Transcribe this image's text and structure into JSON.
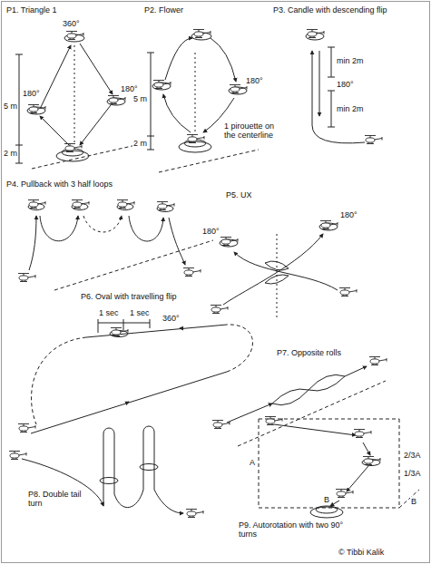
{
  "diagram": {
    "labels": [
      "P1. Triangle 1",
      "360°",
      "180°",
      "180°",
      "5 m",
      "2 m",
      "P2. Flower",
      "180°",
      "1 pirouette on the centerline",
      "5 m",
      "2 m",
      "P3. Candle with descending flip",
      "min 2m",
      "180°",
      "min 2m",
      "P4. Pullback with 3 half loops",
      "P5. UX",
      "180°",
      "180°",
      "P6. Oval with travelling flip",
      "1 sec",
      "1 sec",
      "360°",
      "P7. Opposite rolls",
      "P8. Double tail turn",
      "P9. Autorotation with two 90° turns",
      "A",
      "2/3A",
      "1/3A",
      "B",
      "B",
      "© Tibbi Kalik"
    ]
  }
}
